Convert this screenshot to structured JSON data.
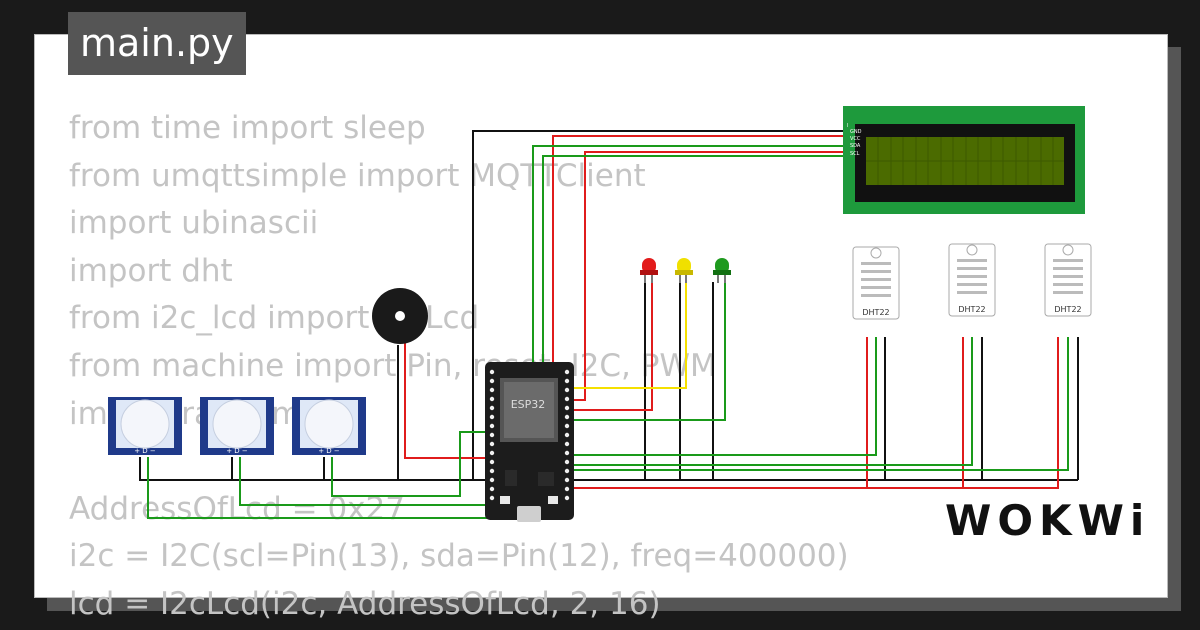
{
  "tab": {
    "filename": "main.py"
  },
  "code_lines": [
    "from time import sleep",
    "from umqttsimple import MQTTClient",
    "import ubinascii",
    "import dht",
    "from i2c_lcd import I2cLcd",
    "from machine import Pin, reset, I2C, PWM",
    "import random",
    "",
    "AddressOfLcd = 0x27",
    "i2c = I2C(scl=Pin(13), sda=Pin(12), freq=400000)",
    "lcd = I2cLcd(i2c, AddressOfLcd, 2, 16)"
  ],
  "circuit": {
    "board_label": "ESP32",
    "sensor_label": "DHT22",
    "pir_pin_labels": "+ D −",
    "lcd_pin_labels": [
      "I",
      "GND",
      "VCC",
      "SDA",
      "SCL"
    ],
    "wire_colors": {
      "black": "#111111",
      "red": "#e01c1c",
      "green": "#1a9a1a",
      "yellow": "#f5e000"
    },
    "led_colors": [
      "#e21b1b",
      "#f0e000",
      "#1f9a1f"
    ]
  },
  "brand": {
    "logo": "WOKWi"
  }
}
